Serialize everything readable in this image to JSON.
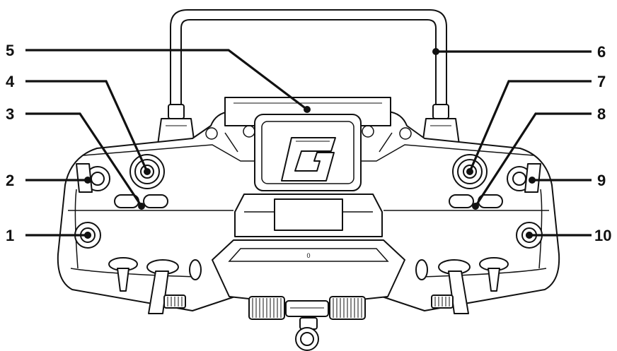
{
  "logo": {
    "letter": "G"
  },
  "screen": {
    "indicator": "0"
  },
  "callouts": [
    {
      "id": "1",
      "label": "1",
      "part": "left-toggle-switch"
    },
    {
      "id": "2",
      "label": "2",
      "part": "left-upper-switch"
    },
    {
      "id": "3",
      "label": "3",
      "part": "left-trim-buttons"
    },
    {
      "id": "4",
      "label": "4",
      "part": "left-rotary-knob"
    },
    {
      "id": "5",
      "label": "5",
      "part": "top-display-module"
    },
    {
      "id": "6",
      "label": "6",
      "part": "carry-handle"
    },
    {
      "id": "7",
      "label": "7",
      "part": "right-rotary-knob"
    },
    {
      "id": "8",
      "label": "8",
      "part": "right-trim-buttons"
    },
    {
      "id": "9",
      "label": "9",
      "part": "right-upper-switch"
    },
    {
      "id": "10",
      "label": "10",
      "part": "right-toggle-switch"
    }
  ]
}
